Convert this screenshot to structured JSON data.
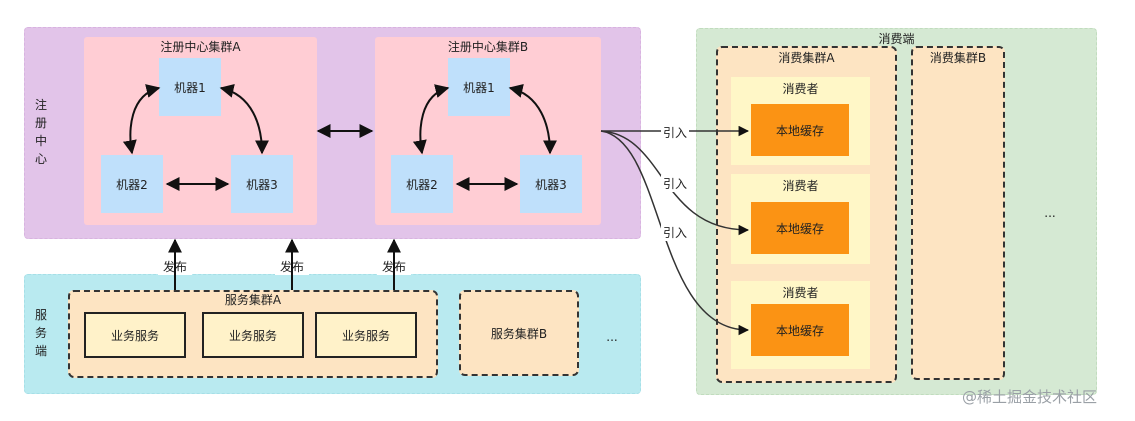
{
  "registry": {
    "label": "注册中心",
    "cluster_a": {
      "title": "注册中心集群A",
      "machines": [
        "机器1",
        "机器2",
        "机器3"
      ]
    },
    "cluster_b": {
      "title": "注册中心集群B",
      "machines": [
        "机器1",
        "机器2",
        "机器3"
      ]
    }
  },
  "service": {
    "label": "服务端",
    "publish_label": "发布",
    "cluster_a": {
      "title": "服务集群A",
      "services": [
        "业务服务",
        "业务服务",
        "业务服务"
      ]
    },
    "cluster_b": {
      "title": "服务集群B"
    },
    "ellipsis": "..."
  },
  "consumer_side": {
    "label": "消费端",
    "import_label": "引入",
    "cluster_a": {
      "title": "消费集群A",
      "consumers": [
        {
          "title": "消费者",
          "cache": "本地缓存"
        },
        {
          "title": "消费者",
          "cache": "本地缓存"
        },
        {
          "title": "消费者",
          "cache": "本地缓存"
        }
      ]
    },
    "cluster_b": {
      "title": "消费集群B",
      "ellipsis": "..."
    }
  },
  "watermark": "@稀土掘金技术社区",
  "colors": {
    "registry_bg": "#e2c4e9",
    "service_bg": "#b9eaf0",
    "consumer_bg": "#d5e9d3",
    "cluster_pink": "#ffcdd4",
    "machine_blue": "#bfe0fb",
    "cluster_orange": "#fde4c2",
    "service_yellow": "#fff2c9",
    "cache_orange": "#fb9314"
  }
}
